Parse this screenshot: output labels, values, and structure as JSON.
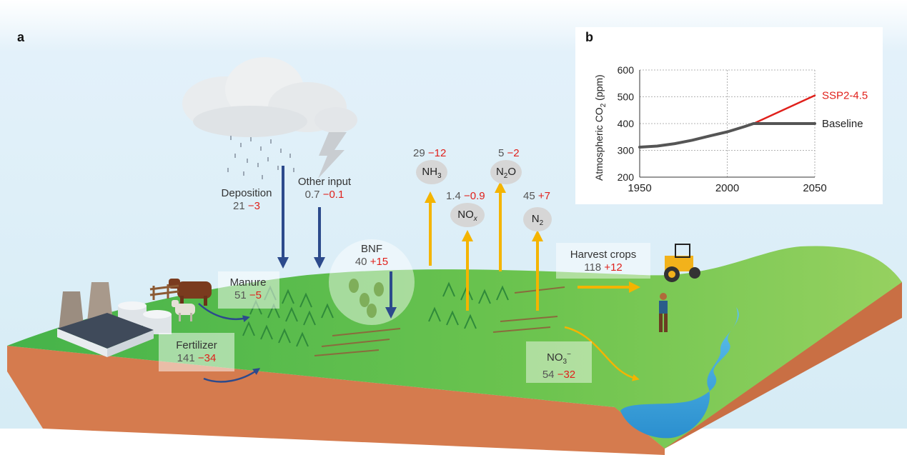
{
  "panel_a": {
    "letter": "a",
    "deposition": {
      "label": "Deposition",
      "value": "21",
      "change": "−3"
    },
    "other_input": {
      "label": "Other input",
      "value": "0.7",
      "change": "−0.1"
    },
    "bnf": {
      "label": "BNF",
      "value": "40",
      "change": "+15"
    },
    "manure": {
      "label": "Manure",
      "value": "51",
      "change": "−5"
    },
    "fertilizer": {
      "label": "Fertilizer",
      "value": "141",
      "change": "−34"
    },
    "nh3": {
      "value": "29",
      "change": "−12",
      "formula": "NH",
      "sub": "3"
    },
    "n2o": {
      "value": "5",
      "change": "−2",
      "formula_a": "N",
      "sub": "2",
      "formula_b": "O"
    },
    "nox": {
      "value": "1.4",
      "change": "−0.9",
      "formula": "NO",
      "sub": "x"
    },
    "n2": {
      "value": "45",
      "change": "+7",
      "formula": "N",
      "sub": "2"
    },
    "harvest": {
      "label": "Harvest crops",
      "value": "118",
      "change": "+12"
    },
    "no3": {
      "formula": "NO",
      "sub": "3",
      "sup": "−",
      "value": "54",
      "change": "−32"
    },
    "colors": {
      "down_arrow": "#2c4a8c",
      "up_arrow": "#f4b400",
      "negative": "#e0201b",
      "ground": "#5cc24a",
      "soil": "#d9784a",
      "water": "#3aa7d8"
    }
  },
  "panel_b": {
    "letter": "b",
    "ylabel_a": "Atmospheric CO",
    "ylabel_sub": "2",
    "ylabel_b": " (ppm)",
    "series_labels": {
      "ssp": "SSP2-4.5",
      "baseline": "Baseline"
    }
  },
  "chart_data": {
    "type": "line",
    "xlim": [
      1950,
      2050
    ],
    "ylim": [
      200,
      600
    ],
    "xticks": [
      "1950",
      "2000",
      "2050"
    ],
    "yticks": [
      "200",
      "300",
      "400",
      "500",
      "600"
    ],
    "grid": true,
    "series": [
      {
        "name": "SSP2-4.5",
        "color": "#e0201b",
        "x": [
          2015,
          2030,
          2050
        ],
        "y": [
          400,
          445,
          505
        ]
      },
      {
        "name": "Baseline",
        "color": "#555555",
        "x": [
          1950,
          1960,
          1970,
          1980,
          1990,
          2000,
          2010,
          2015,
          2030,
          2050
        ],
        "y": [
          312,
          316,
          325,
          338,
          354,
          369,
          389,
          400,
          400,
          400
        ]
      }
    ]
  }
}
